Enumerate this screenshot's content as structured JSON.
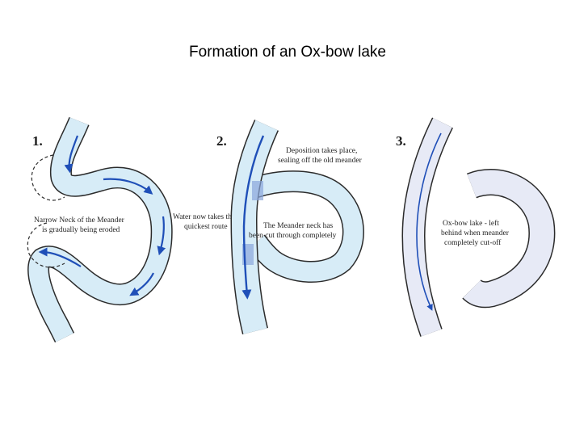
{
  "title": "Formation of an Ox-bow lake",
  "colors": {
    "water": "#d7ecf7",
    "bank": "#2b2b2b",
    "flow": "#1f4fb8",
    "erosion": "#8aa6dc",
    "oxbow": "#e7eaf6"
  },
  "panels": [
    {
      "number": "1.",
      "notes": [
        "Narrow Neck of the Meander",
        "is gradually being eroded",
        "Water now takes the",
        "quickest route"
      ]
    },
    {
      "number": "2.",
      "notes": [
        "Deposition takes place,",
        "sealing off the old meander",
        "The Meander neck has",
        "been cut through completely"
      ]
    },
    {
      "number": "3.",
      "notes": [
        "Ox-bow lake - left",
        "behind when meander",
        "completely cut-off"
      ]
    }
  ]
}
